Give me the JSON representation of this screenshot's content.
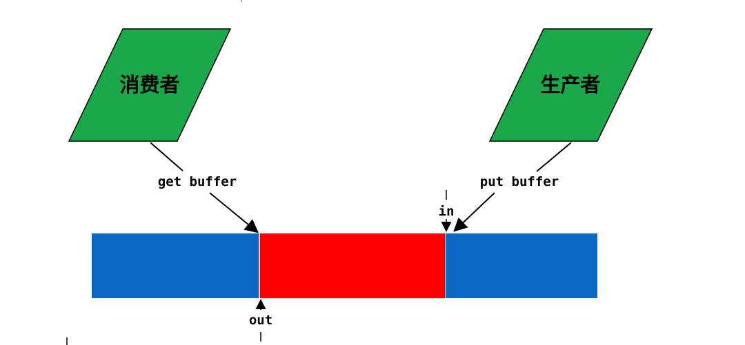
{
  "nodes": {
    "consumer": {
      "label": "消费者"
    },
    "producer": {
      "label": "生产者"
    }
  },
  "edges": {
    "get": {
      "label": "get buffer"
    },
    "put": {
      "label": "put buffer"
    }
  },
  "pointers": {
    "in": {
      "label": "in"
    },
    "out": {
      "label": "out"
    }
  },
  "colors": {
    "shape_fill": "#1aa84a",
    "buffer_empty": "#0a67c4",
    "buffer_filled": "#ff0000",
    "line": "#000000"
  }
}
